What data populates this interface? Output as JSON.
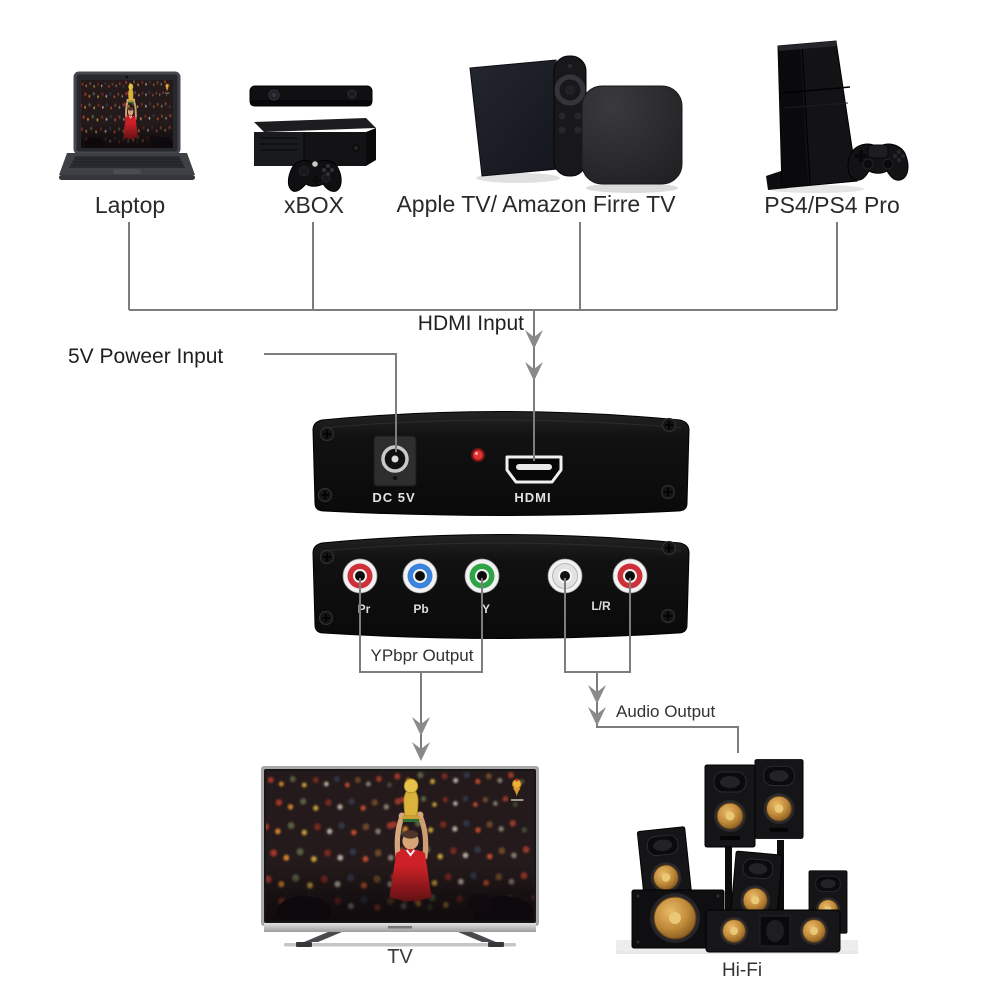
{
  "sources": [
    {
      "label": "Laptop"
    },
    {
      "label": "xBOX"
    },
    {
      "label": "Apple TV/ Amazon Firre TV"
    },
    {
      "label": "PS4/PS4 Pro"
    }
  ],
  "connections": {
    "hdmi_input": "HDMI Input",
    "power_input": "5V Poweer Input",
    "ypbpr_output": "YPbpr Output",
    "audio_output": "Audio Output"
  },
  "converter": {
    "dc_label": "DC 5V",
    "hdmi_label": "HDMI",
    "jacks": {
      "pr": "Pr",
      "pb": "Pb",
      "y": "Y",
      "lr": "L/R"
    },
    "jack_colors": [
      "#cf3038",
      "#3b82dd",
      "#2fa447",
      "#f0f0f0",
      "#cf3038"
    ],
    "led_color": "#e03232"
  },
  "sinks": {
    "tv_label": "TV",
    "hifi_label": "Hi-Fi"
  },
  "colors": {
    "wire": "#7d7d7d",
    "arrow": "#8a8a8a",
    "background": "#ffffff"
  }
}
